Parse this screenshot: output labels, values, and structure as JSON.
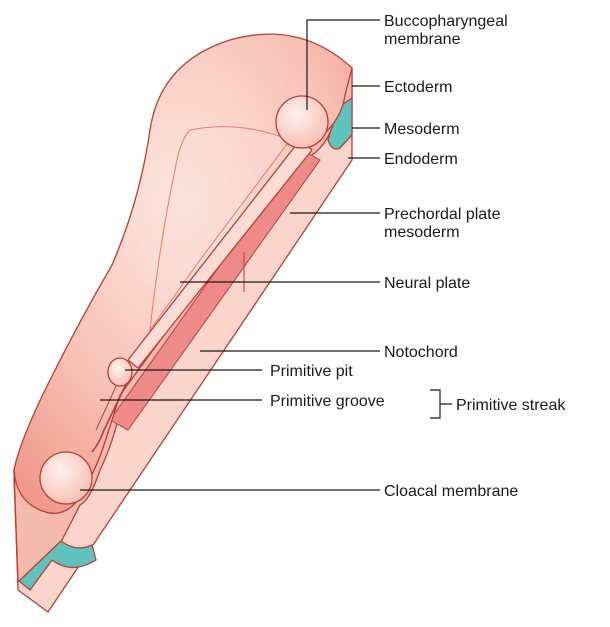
{
  "labels": {
    "buccopharyngeal_line1": "Buccopharyngeal",
    "buccopharyngeal_line2": "membrane",
    "ectoderm": "Ectoderm",
    "mesoderm": "Mesoderm",
    "endoderm": "Endoderm",
    "prechordal_line1": "Prechordal plate",
    "prechordal_line2": "mesoderm",
    "neural_plate": "Neural plate",
    "notochord": "Notochord",
    "primitive_pit": "Primitive pit",
    "primitive_groove": "Primitive groove",
    "primitive_streak": "Primitive streak",
    "cloacal_membrane": "Cloacal membrane"
  },
  "colors": {
    "ectoderm_surface": "#f6b5a8",
    "ectoderm_highlight": "#fde6e0",
    "mesoderm": "#5fc2bc",
    "endoderm": "#f9d5cc",
    "notochord": "#ee8b88",
    "neural_plate": "#fbd9d3",
    "outline": "#b8403a"
  }
}
